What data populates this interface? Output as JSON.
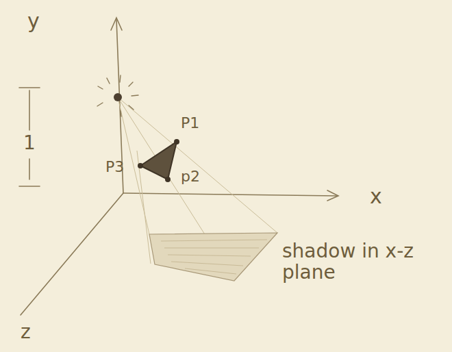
{
  "diagram": {
    "labels": [
      "y",
      "1",
      "P1",
      "p2",
      "P3",
      "x",
      "z",
      "shadow in x-z plane"
    ]
  }
}
